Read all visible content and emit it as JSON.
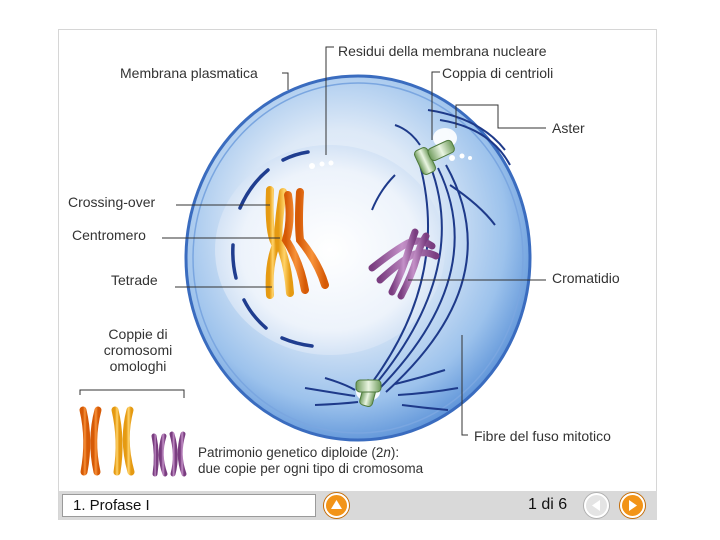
{
  "labels": {
    "residui": "Residui della membrana nucleare",
    "membrana": "Membrana plasmatica",
    "coppia_centrioli": "Coppia di centrioli",
    "aster": "Aster",
    "crossing_over": "Crossing-over",
    "centromero": "Centromero",
    "tetrade": "Tetrade",
    "cromatidio": "Cromatidio",
    "coppie_line1": "Coppie di",
    "coppie_line2": "cromosomi",
    "coppie_line3": "omologhi",
    "fibre": "Fibre del fuso mitotico"
  },
  "caption": {
    "line1_before": "Patrimonio genetico diploide (2",
    "line1_italic": "n",
    "line1_after": "):",
    "line2": "due copie per ogni tipo di cromosoma"
  },
  "nav": {
    "step_label": "1. Profase I",
    "page_counter": "1 di 6",
    "up_icon": "up-arrow-icon",
    "prev_icon": "left-arrow-icon",
    "next_icon": "right-arrow-icon"
  },
  "colors": {
    "cell_fill": "#8cb8e8",
    "cell_edge": "#2f5fb0",
    "nucleus_fill": "#f2f6fb",
    "orange_chromosome": "#f07a18",
    "yellow_chromosome": "#f5b326",
    "purple_chromosome": "#9c5aa0",
    "nav_orange": "#f29418"
  }
}
